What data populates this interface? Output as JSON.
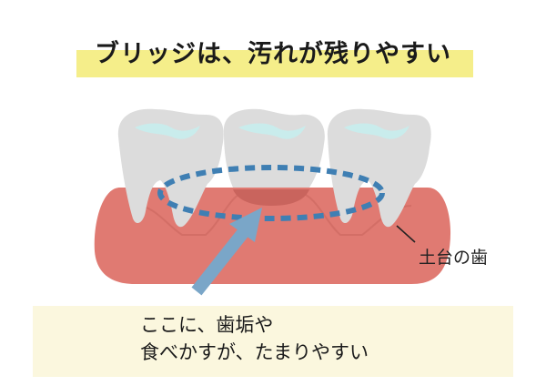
{
  "title": "ブリッジは、汚れが残りやすい",
  "labels": {
    "abutment": "土台の歯"
  },
  "note": {
    "line1": "ここに、歯垢や",
    "line2": "食べかすが、たまりやすい"
  },
  "colors": {
    "title_highlight": "#f5ee8a",
    "gum": "#e07a72",
    "gum_shadow": "#c9645d",
    "tooth": "#dcdcdc",
    "tooth_highlight": "#c9ecec",
    "dashed_outline": "#3f7fb3",
    "arrow": "#7aa6c8",
    "note_background": "#fbf7de",
    "accent_marks": "#e36a5c"
  }
}
